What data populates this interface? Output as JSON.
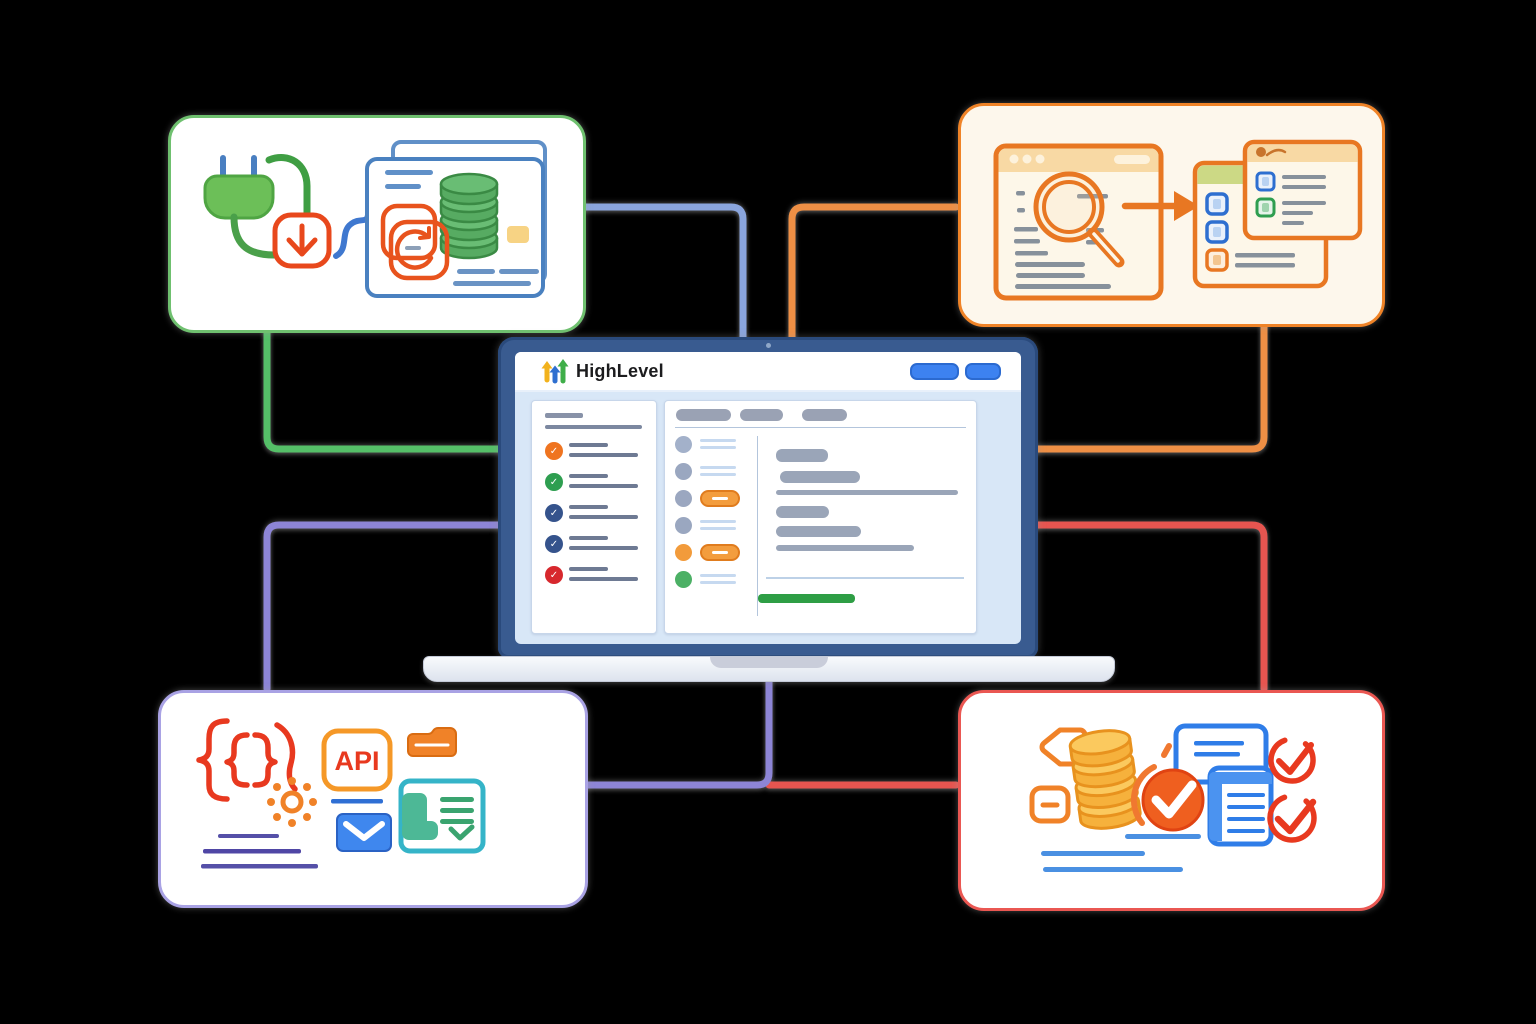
{
  "canvas": {
    "background": "#000000"
  },
  "laptop": {
    "logo_text": "HighLevel",
    "logo_arrow_colors": [
      "#f2b21d",
      "#2e6fd0",
      "#3fae49"
    ],
    "header_button_color": "#3d82f0",
    "sidebar": {
      "items": [
        {
          "status": "done-orange",
          "status_color": "#ef7420"
        },
        {
          "status": "done-green",
          "status_color": "#2e9e50"
        },
        {
          "status": "done-navy",
          "status_color": "#35538c"
        },
        {
          "status": "done-navy",
          "status_color": "#35538c"
        },
        {
          "status": "done-red",
          "status_color": "#d7282d"
        }
      ]
    },
    "main": {
      "tab_count": 3,
      "rows": [
        {
          "icon_color": "#a3b1ca",
          "type": "bars"
        },
        {
          "icon_color": "#9aa7c0",
          "type": "bars"
        },
        {
          "icon_color": "#9ba7c0",
          "type": "pill"
        },
        {
          "icon_color": "#9aa7c0",
          "type": "bars"
        },
        {
          "icon_color": "#f29b3b",
          "type": "pill"
        },
        {
          "icon_color": "#4cb065",
          "type": "bars"
        }
      ],
      "progress_color": "#2e9e45"
    }
  },
  "cards": {
    "top_left": {
      "id": "integration-sync-card",
      "accent": "#6fc06f",
      "icons": [
        "plug-icon",
        "download-icon",
        "wire-icon",
        "database-icon",
        "sync-icon",
        "document-panel-icon"
      ]
    },
    "top_right": {
      "id": "search-review-card",
      "accent": "#ef8327",
      "background": "#fdf7ec",
      "icons": [
        "browser-icon",
        "magnifier-icon",
        "arrow-right-icon",
        "checklist-panel-icon",
        "checkbox-icon"
      ]
    },
    "bottom_left": {
      "id": "api-developer-card",
      "accent": "#a9a2e4",
      "api_label": "API",
      "icons": [
        "code-braces-icon",
        "sun-dots-icon",
        "api-box-icon",
        "folder-icon",
        "mail-icon",
        "document-check-icon"
      ]
    },
    "bottom_right": {
      "id": "data-verification-card",
      "accent": "#ea5752",
      "icons": [
        "tag-icon",
        "coin-stack-icon",
        "check-circle-icon",
        "document-icon",
        "check-ring-icon"
      ]
    }
  },
  "connectors": {
    "green": "#55bf68",
    "blue": "#8aa5dd",
    "orange": "#ee8f45",
    "purple": "#8d85d6",
    "red": "#e65550"
  }
}
